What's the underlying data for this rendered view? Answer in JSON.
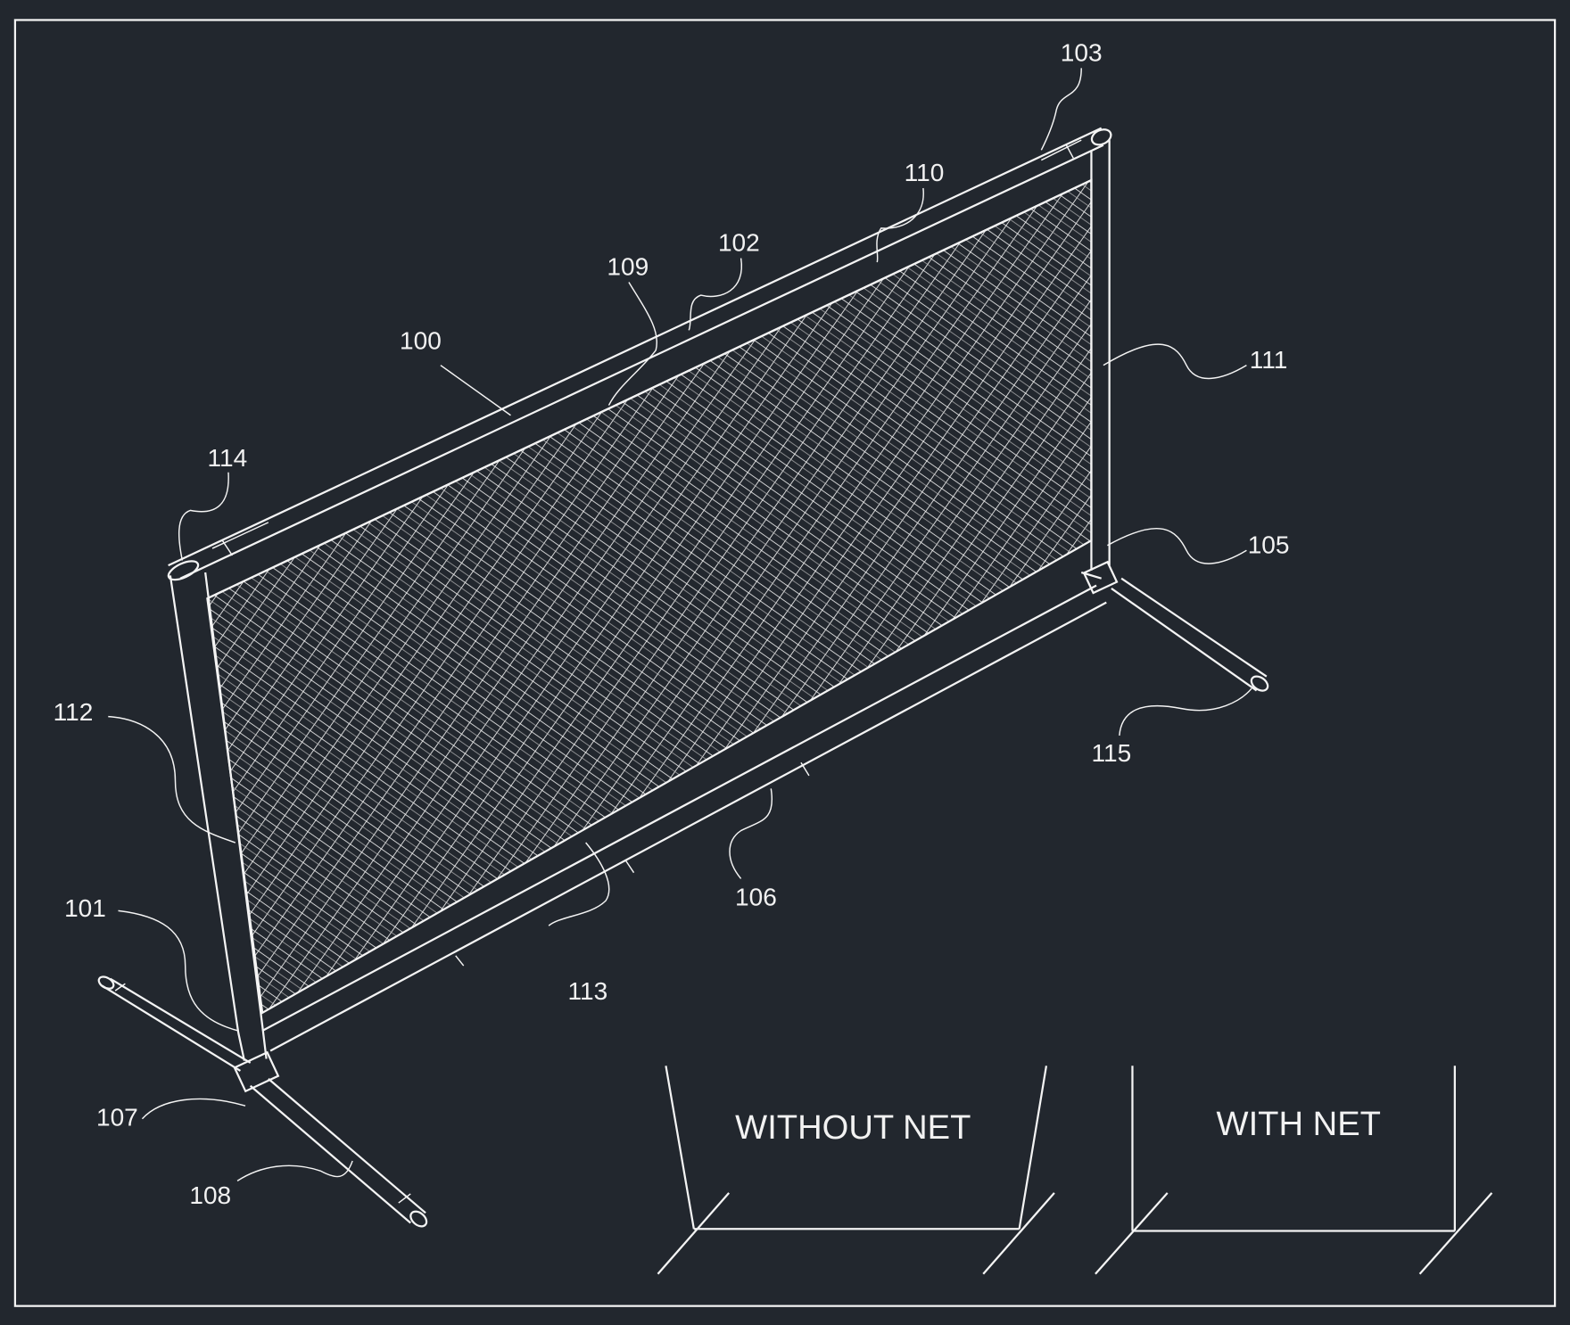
{
  "figure": {
    "colors": {
      "background": "#22272e",
      "line": "#f4f4f4"
    },
    "labels": {
      "l100": "100",
      "l101": "101",
      "l102": "102",
      "l103": "103",
      "l105": "105",
      "l106": "106",
      "l107": "107",
      "l108": "108",
      "l109": "109",
      "l110": "110",
      "l111": "111",
      "l112": "112",
      "l113": "113",
      "l114": "114",
      "l115": "115"
    },
    "insets": {
      "without_net": "WITHOUT NET",
      "with_net": "WITH NET"
    }
  }
}
